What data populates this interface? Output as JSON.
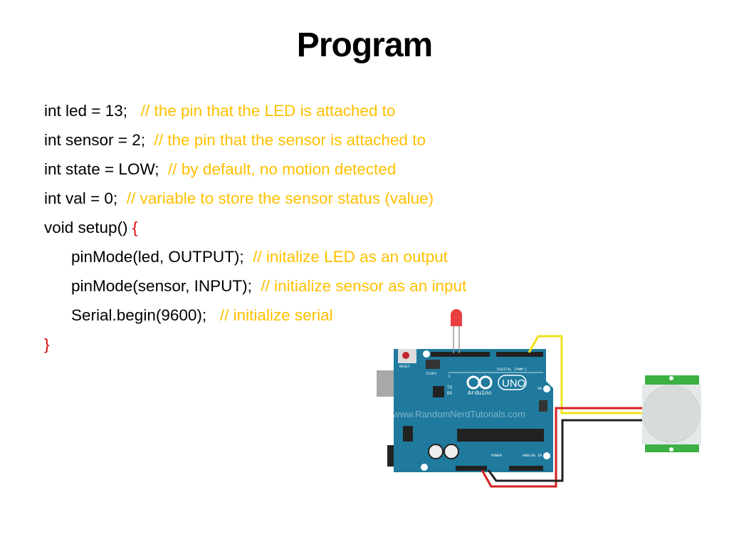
{
  "slide": {
    "title": "Program"
  },
  "code": [
    {
      "code": "int led = 13;   ",
      "comment": "// the pin that the LED is attached to"
    },
    {
      "code": "int sensor = 2;  ",
      "comment": "// the pin that the sensor is attached to"
    },
    {
      "code": "int state = LOW;  ",
      "comment": "// by default, no motion detected"
    },
    {
      "code": "int val = 0;  ",
      "comment": "// variable to store the sensor status (value)"
    },
    {
      "code": "void setup() ",
      "brace": "{"
    },
    {
      "code": "pinMode(led, OUTPUT);  ",
      "comment": "// initalize LED as an output"
    },
    {
      "code": "pinMode(sensor, INPUT);  ",
      "comment": "// initialize sensor as an input"
    },
    {
      "code": "Serial.begin(9600);   ",
      "comment": "// initialize serial"
    },
    {
      "brace": "}"
    }
  ],
  "diagram": {
    "reset_label": "RESET",
    "icsp_label": "ICSP2",
    "digital_label": "DIGITAL (PWM~)",
    "uno_label": "UNO",
    "brand_label": "Arduino",
    "watermark": "www.RandomNerdTutorials.com",
    "power_label": "POWER",
    "analog_label": "ANALOG IN",
    "on_label": "ON",
    "l_label": "L",
    "tx_label": "TX",
    "rx_label": "RX"
  },
  "colors": {
    "comment": "#FFC000",
    "brace": "#E00000",
    "board": "#1F7A9E",
    "wire_yellow": "#F2E21C",
    "wire_red": "#D42020",
    "wire_black": "#222222",
    "pir_green": "#3CB043"
  }
}
